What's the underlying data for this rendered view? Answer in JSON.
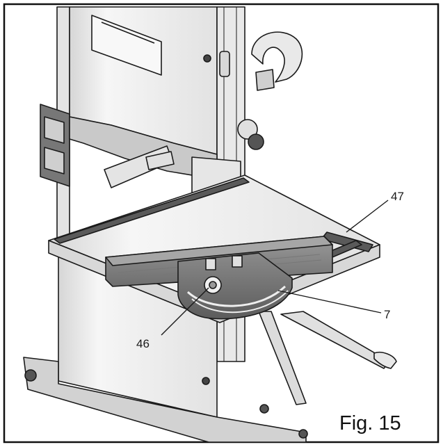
{
  "figure": {
    "caption": "Fig. 15",
    "callouts": [
      {
        "id": "47",
        "label": "47"
      },
      {
        "id": "7",
        "label": "7"
      },
      {
        "id": "46",
        "label": "46"
      }
    ]
  },
  "colors": {
    "line": "#1a1a1a",
    "fill_light": "#ededed",
    "fill_mid": "#bdbdbd",
    "fill_dark": "#4a4a4a",
    "wood": "#8c8c8c"
  }
}
